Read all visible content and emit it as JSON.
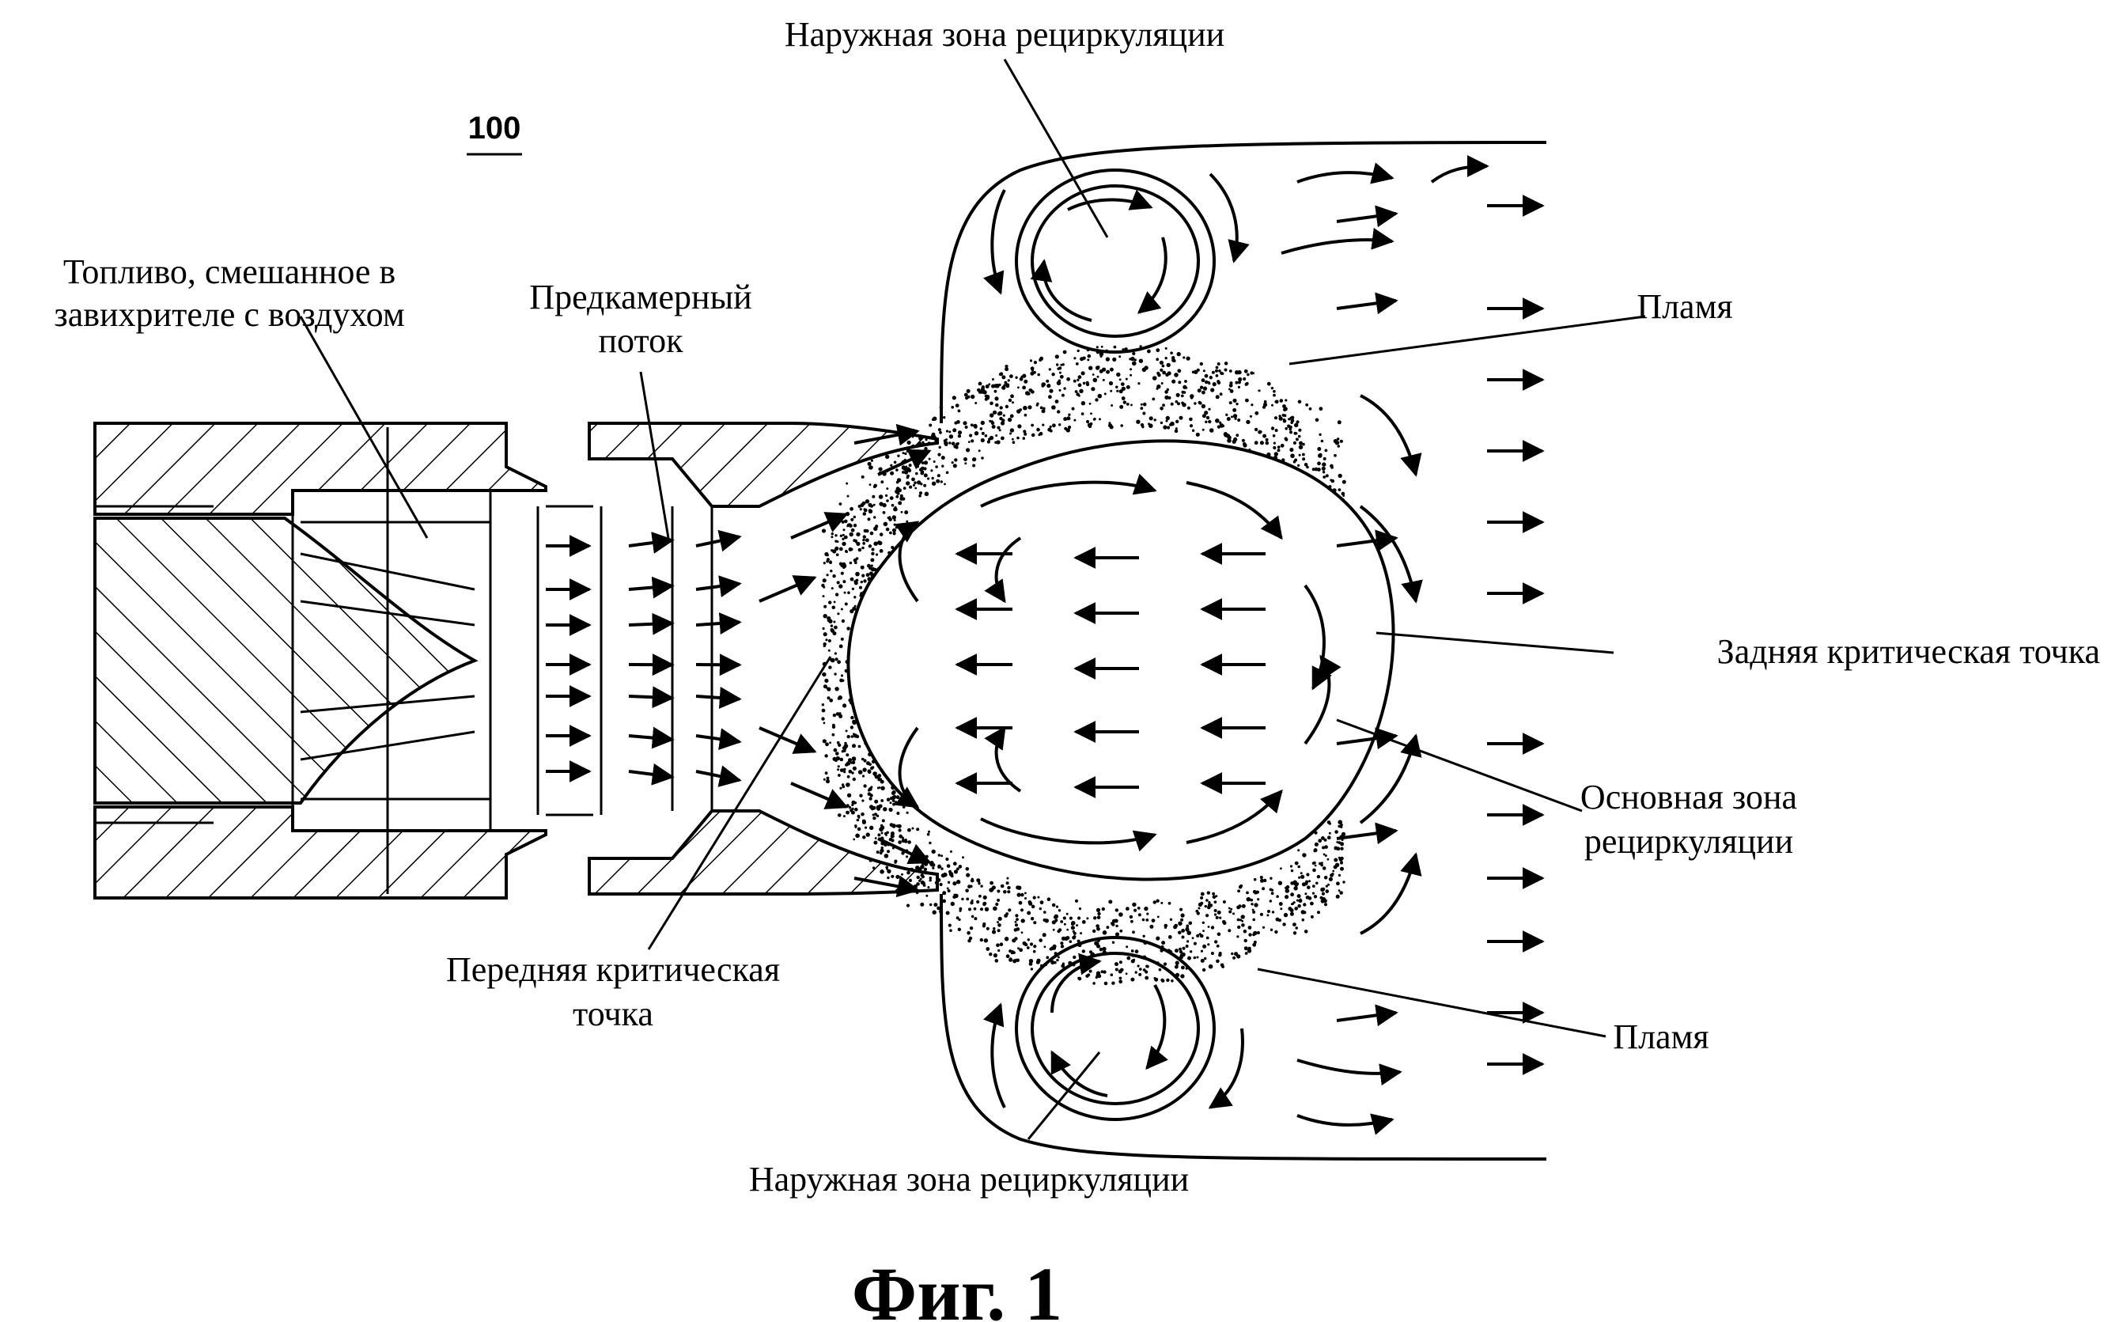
{
  "labels": {
    "outer_zone_top": "Наружная зона рециркуляции",
    "ref_number": "100",
    "fuel_line1": "Топливо, смешанное в",
    "fuel_line2": "завихрителе с воздухом",
    "prechamber_line1": "Предкамерный",
    "prechamber_line2": "поток",
    "flame_top": "Пламя",
    "rear_point": "Задняя критическая точка",
    "main_zone_line1": "Основная зона",
    "main_zone_line2": "рециркуляции",
    "front_point_line1": "Передняя критическая",
    "front_point_line2": "точка",
    "flame_bottom": "Пламя",
    "outer_zone_bottom": "Наружная зона рециркуляции"
  },
  "caption": "Фиг. 1",
  "colors": {
    "ink": "#000000",
    "paper": "#ffffff"
  }
}
